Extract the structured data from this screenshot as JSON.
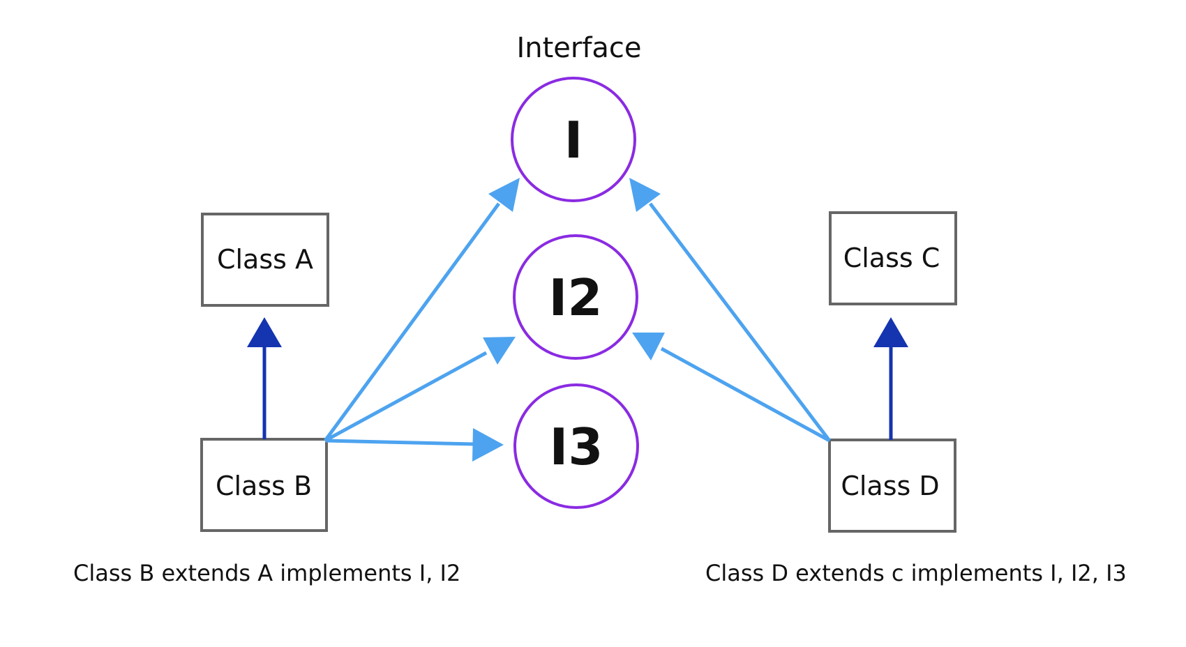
{
  "title": "Interface",
  "interfaces": [
    {
      "id": "I",
      "label": "I"
    },
    {
      "id": "I2",
      "label": "I2"
    },
    {
      "id": "I3",
      "label": "I3"
    }
  ],
  "classes": [
    {
      "id": "A",
      "label": "Class A"
    },
    {
      "id": "B",
      "label": "Class B"
    },
    {
      "id": "C",
      "label": "Class C"
    },
    {
      "id": "D",
      "label": "Class D"
    }
  ],
  "captions": {
    "left": "Class B extends A implements I, I2",
    "right": "Class D extends c implements I, I2, I3"
  },
  "relations": [
    {
      "from": "B",
      "to": "A",
      "kind": "extends"
    },
    {
      "from": "D",
      "to": "C",
      "kind": "extends"
    },
    {
      "from": "B",
      "to": "I",
      "kind": "implements"
    },
    {
      "from": "B",
      "to": "I2",
      "kind": "implements"
    },
    {
      "from": "B",
      "to": "I3",
      "kind": "implements"
    },
    {
      "from": "D",
      "to": "I",
      "kind": "implements"
    },
    {
      "from": "D",
      "to": "I2",
      "kind": "implements"
    }
  ],
  "colors": {
    "interface_stroke": "#8a2be2",
    "class_stroke": "#666666",
    "implements_arrow": "#4da3ef",
    "extends_arrow": "#1434b0"
  }
}
